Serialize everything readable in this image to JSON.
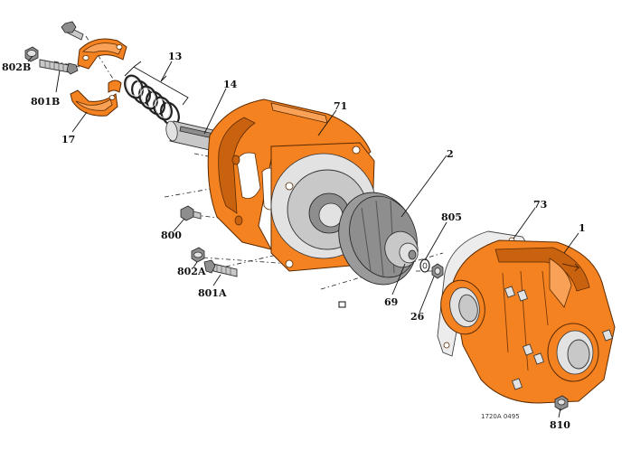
{
  "callouts": {
    "c1": "1",
    "c2": "2",
    "c13": "13",
    "c14": "14",
    "c17": "17",
    "c26": "26",
    "c69": "69",
    "c71": "71",
    "c73": "73",
    "c800": "800",
    "c801a": "801A",
    "c801b": "801B",
    "c802a": "802A",
    "c802b": "802B",
    "c805": "805",
    "c810": "810"
  },
  "drawing_code": "1720A 0495",
  "colors": {
    "housing": "#f58220",
    "metal": "#c8c8c8",
    "impeller": "#9a9a9a",
    "line": "#111111"
  }
}
